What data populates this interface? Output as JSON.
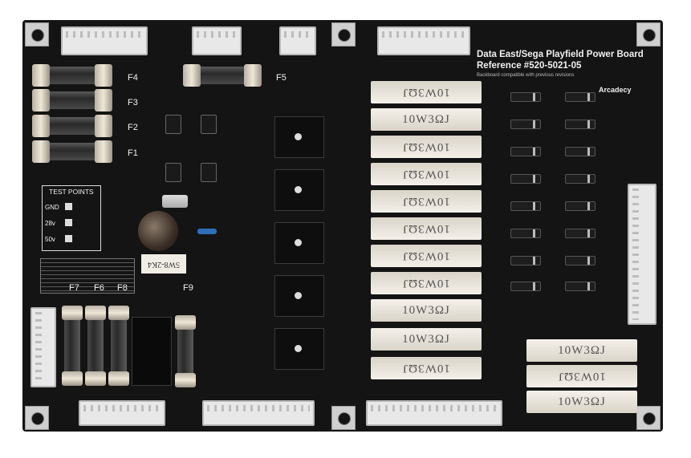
{
  "board": {
    "title": "Data East/Sega Playfield Power Board",
    "reference": "Reference #520-5021-05",
    "subtitle": "Backboard compatible with previous revisions",
    "logo_text": "Arcadecy",
    "fuses_top": [
      "F4",
      "F3",
      "F2",
      "F1"
    ],
    "fuse_f5": "F5",
    "fuses_bottom": [
      "F7",
      "F6",
      "F8",
      "F9"
    ],
    "test_points": {
      "title": "TEST POINTS",
      "items": [
        "GND",
        "28v",
        "50v"
      ]
    },
    "resistor_label": "10W3ΩJ",
    "small_resistor": "5W8-2K4"
  }
}
